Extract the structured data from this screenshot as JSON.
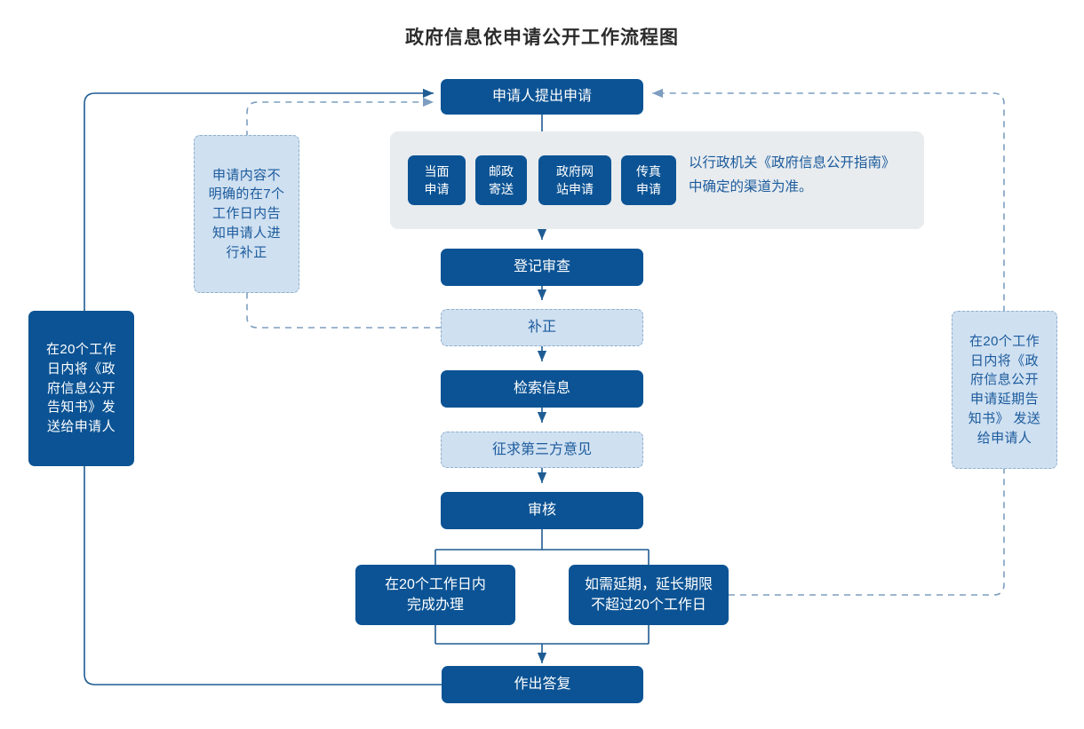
{
  "page": {
    "title": "政府信息依申请公开工作流程图",
    "colors": {
      "primary_dark_blue": "#0b5394",
      "light_blue_fill": "#cfe0f1",
      "light_blue_text": "#1c5b9c",
      "panel_gray": "#e8ecef",
      "connector_solid": "#1f5c93",
      "connector_dashed": "#7d9ec0",
      "title_text": "#2b2b2b"
    }
  },
  "flow": {
    "start": {
      "label": "申请人提出申请"
    },
    "channels": {
      "items": [
        {
          "label": "当面\n申请"
        },
        {
          "label": "邮政\n寄送"
        },
        {
          "label": "政府网\n站申请"
        },
        {
          "label": "传真\n申请"
        }
      ],
      "note": "以行政机关《政府信息公开指南》\n中确定的渠道为准。"
    },
    "steps": [
      {
        "label": "登记审查",
        "style": "dark"
      },
      {
        "label": "补正",
        "style": "light"
      },
      {
        "label": "检索信息",
        "style": "dark"
      },
      {
        "label": "征求第三方意见",
        "style": "light"
      },
      {
        "label": "审核",
        "style": "dark"
      }
    ],
    "branches": {
      "on_time": {
        "label": "在20个工作日内\n完成办理"
      },
      "extended": {
        "label": "如需延期，延长期限\n不超过20个工作日"
      }
    },
    "end": {
      "label": "作出答复"
    }
  },
  "annotations": {
    "correction_note": {
      "label": "申请内容不\n明确的在7个\n工作日内告\n知申请人进\n行补正"
    },
    "reply_note": {
      "label": "在20个工作\n日内将《政\n府信息公开\n告知书》发\n送给申请人"
    },
    "extension_note": {
      "label": "在20个工作\n日内将《政\n府信息公开\n申请延期告\n知书》 发送\n给申请人"
    }
  }
}
